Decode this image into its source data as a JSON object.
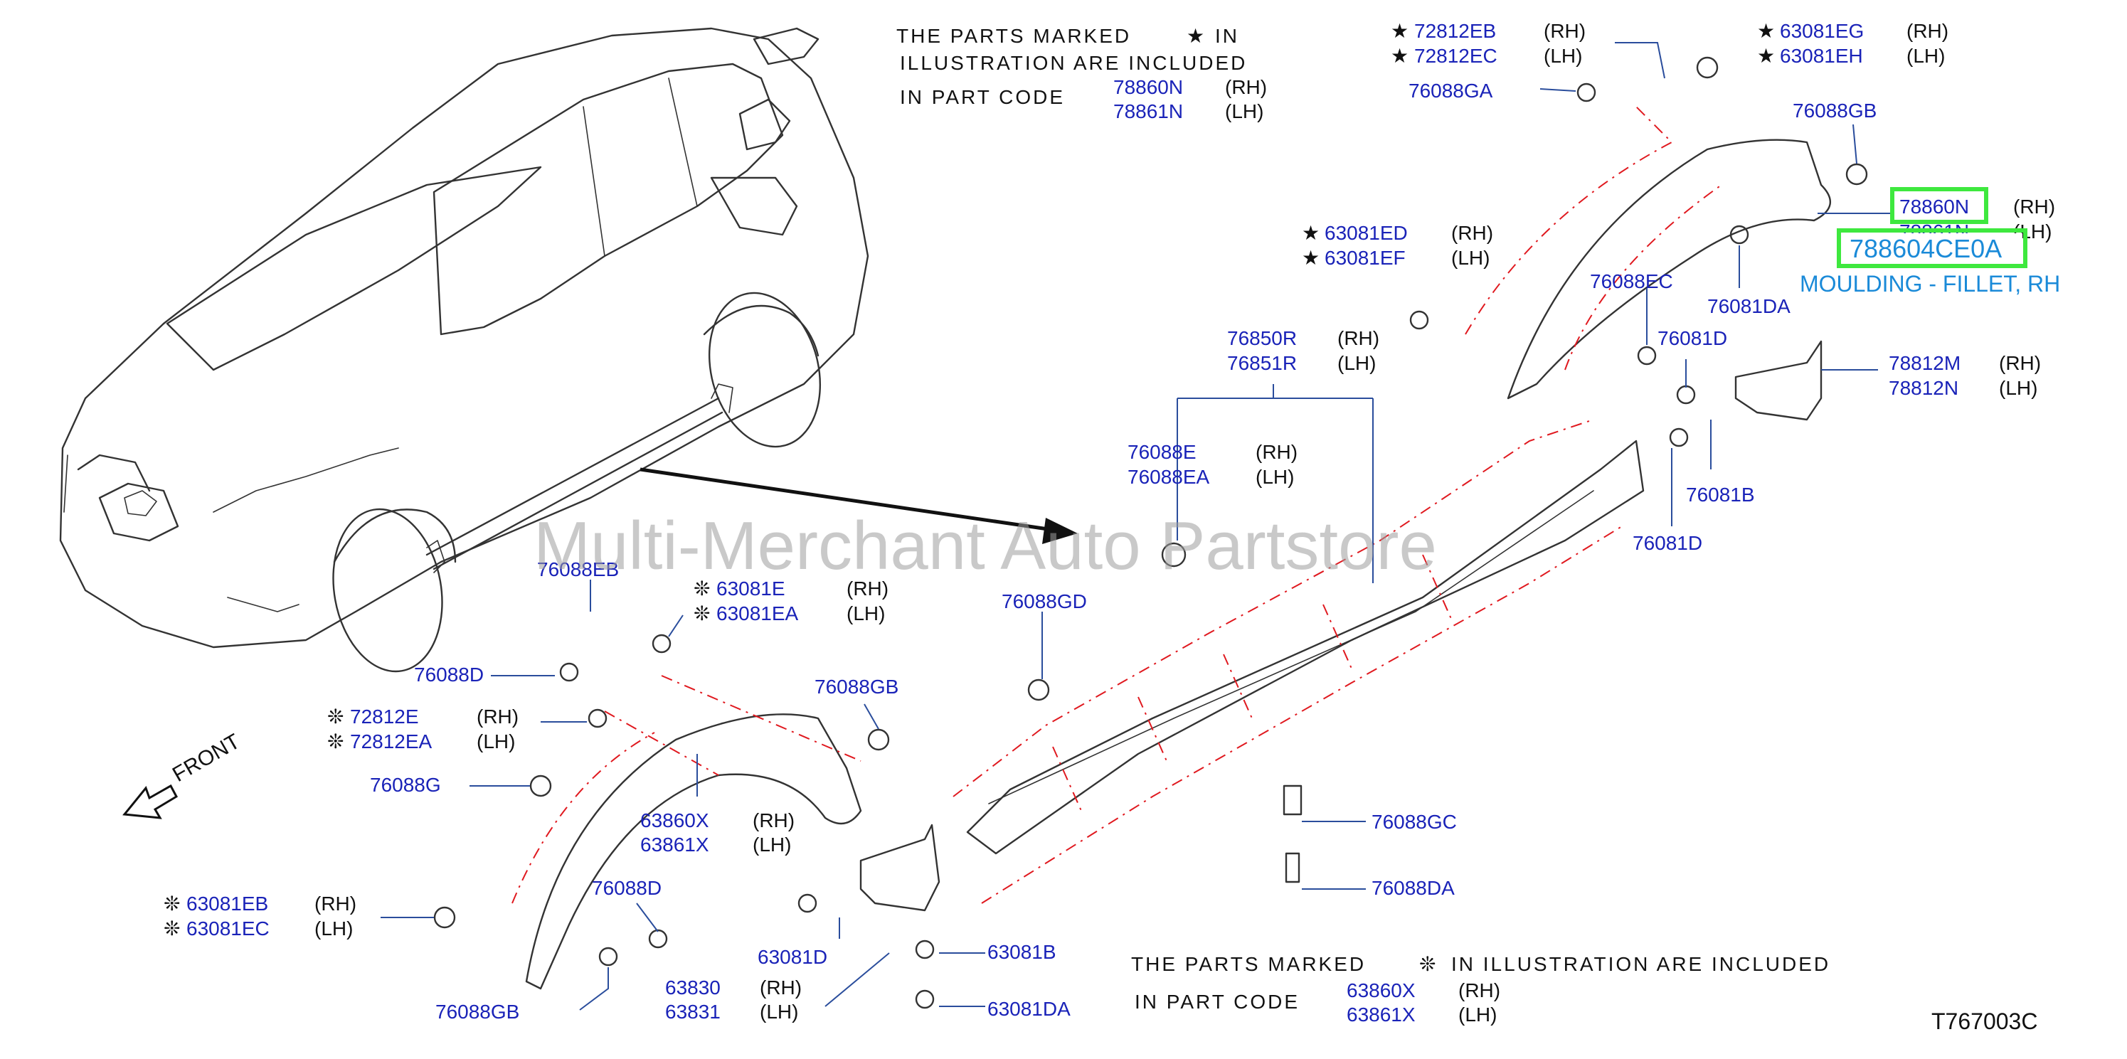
{
  "watermark": "Multi-Merchant Auto Partstore",
  "drawing_code": "T767003C",
  "highlight": {
    "part_number": "788604CE0A",
    "description": "MOULDING - FILLET, RH",
    "color": "#3ee83e"
  },
  "front_label": "FRONT",
  "note_star": {
    "line1": "THE PARTS MARKED",
    "symbol": "★",
    "line1b": "IN",
    "line2": "ILLUSTRATION ARE INCLUDED",
    "line3": "IN PART CODE",
    "rh_code": "78860N",
    "lh_code": "78861N",
    "rh": "(RH)",
    "lh": "(LH)"
  },
  "note_snow": {
    "line1": "THE PARTS MARKED",
    "symbol": "❊",
    "line1b": "IN ILLUSTRATION ARE INCLUDED",
    "line2": "IN PART CODE",
    "rh_code": "63860X",
    "lh_code": "63861X",
    "rh": "(RH)",
    "lh": "(LH)"
  },
  "callouts": {
    "c72812EB": {
      "code": "72812EB",
      "mark": "★",
      "side": "(RH)"
    },
    "c72812EC": {
      "code": "72812EC",
      "mark": "★",
      "side": "(LH)"
    },
    "c63081EG": {
      "code": "63081EG",
      "mark": "★",
      "side": "(RH)"
    },
    "c63081EH": {
      "code": "63081EH",
      "mark": "★",
      "side": "(LH)"
    },
    "c76088GA": {
      "code": "76088GA"
    },
    "c76088GB_top": {
      "code": "76088GB"
    },
    "c78860N": {
      "code": "78860N",
      "side": "(RH)"
    },
    "c78861N": {
      "code": "78861N",
      "side": "(LH)"
    },
    "c63081ED": {
      "code": "63081ED",
      "mark": "★",
      "side": "(RH)"
    },
    "c63081EF": {
      "code": "63081EF",
      "mark": "★",
      "side": "(LH)"
    },
    "c76088EC": {
      "code": "76088EC"
    },
    "c76081DA_top": {
      "code": "76081DA"
    },
    "c76850R": {
      "code": "76850R",
      "side": "(RH)"
    },
    "c76851R": {
      "code": "76851R",
      "side": "(LH)"
    },
    "c76081D_a": {
      "code": "76081D"
    },
    "c78812M": {
      "code": "78812M",
      "side": "(RH)"
    },
    "c78812N": {
      "code": "78812N",
      "side": "(LH)"
    },
    "c76088E": {
      "code": "76088E",
      "side": "(RH)"
    },
    "c76088EA": {
      "code": "76088EA",
      "side": "(LH)"
    },
    "c76081B": {
      "code": "76081B"
    },
    "c76081D_b": {
      "code": "76081D"
    },
    "c76088EB": {
      "code": "76088EB"
    },
    "c63081E": {
      "code": "63081E",
      "mark": "❊",
      "side": "(RH)"
    },
    "c63081EA": {
      "code": "63081EA",
      "mark": "❊",
      "side": "(LH)"
    },
    "c76088GD": {
      "code": "76088GD"
    },
    "c76088D_a": {
      "code": "76088D"
    },
    "c76088GB_mid": {
      "code": "76088GB"
    },
    "c72812E": {
      "code": "72812E",
      "mark": "❊",
      "side": "(RH)"
    },
    "c72812EA": {
      "code": "72812EA",
      "mark": "❊",
      "side": "(LH)"
    },
    "c76088G": {
      "code": "76088G"
    },
    "c63860X": {
      "code": "63860X",
      "side": "(RH)"
    },
    "c63861X": {
      "code": "63861X",
      "side": "(LH)"
    },
    "c76088GC": {
      "code": "76088GC"
    },
    "c76088DA": {
      "code": "76088DA"
    },
    "c63081EB": {
      "code": "63081EB",
      "mark": "❊",
      "side": "(RH)"
    },
    "c63081EC": {
      "code": "63081EC",
      "mark": "❊",
      "side": "(LH)"
    },
    "c76088D_b": {
      "code": "76088D"
    },
    "c63081D": {
      "code": "63081D"
    },
    "c63081B": {
      "code": "63081B"
    },
    "c63830": {
      "code": "63830",
      "side": "(RH)"
    },
    "c63831": {
      "code": "63831",
      "side": "(LH)"
    },
    "c76088GB_bot": {
      "code": "76088GB"
    },
    "c63081DA": {
      "code": "63081DA"
    }
  }
}
